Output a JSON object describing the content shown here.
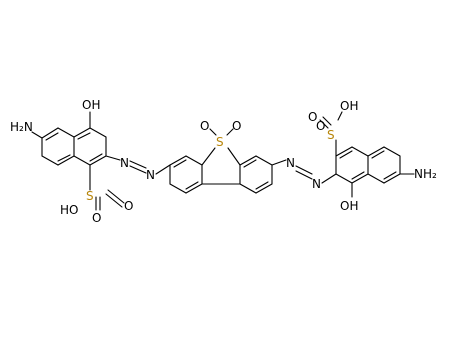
{
  "molecule": {
    "atom_labels": {
      "nh2_left": "H₂N",
      "oh_top_left": "OH",
      "n_left_1": "N",
      "n_left_2": "N",
      "s_left": "S",
      "o_left_1": "O",
      "o_left_2": "O",
      "oh_sulfo_left": "HO",
      "s_center": "S",
      "o_center_1": "O",
      "o_center_2": "O",
      "n_right_1": "N",
      "n_right_2": "N",
      "s_right": "S",
      "oh_sulfo_right": "OH",
      "o_right_1": "O",
      "o_right_2": "O",
      "oh_bottom_right": "OH",
      "nh2_right": "NH₂"
    },
    "colors": {
      "bond": "#000000",
      "sulfur": "#b8860b",
      "text": "#000000"
    }
  }
}
